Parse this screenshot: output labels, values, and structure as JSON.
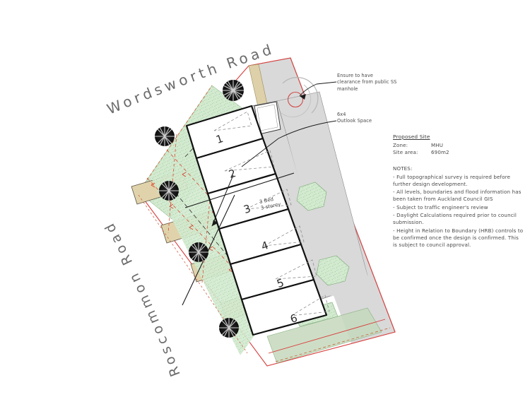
{
  "drawing": {
    "type": "architectural-site-plan",
    "streets": [
      {
        "name": "wordsworth-road",
        "label": "Wordsworth Road"
      },
      {
        "name": "roscommon-road",
        "label": "Roscommon Road"
      }
    ],
    "units": [
      {
        "number": "1"
      },
      {
        "number": "2"
      },
      {
        "number": "3"
      },
      {
        "number": "4"
      },
      {
        "number": "5"
      },
      {
        "number": "6"
      }
    ],
    "unit_type": {
      "line1": "3 Bed",
      "line2": "3-storey"
    },
    "callouts": [
      {
        "name": "manhole-clearance",
        "line1": "Ensure to have",
        "line2": "clearance from public SS",
        "line3": "manhole"
      },
      {
        "name": "outlook-space",
        "line1": "6x4",
        "line2": "Outlook Space"
      }
    ]
  },
  "info": {
    "title": "Proposed Site",
    "rows": [
      {
        "key": "Zone:",
        "value": "MHU"
      },
      {
        "key": "Site area:",
        "value": "690m2"
      }
    ],
    "notes_heading": "NOTES:",
    "notes": [
      "- Full topographical survey is required before further design development.",
      "- All levels, boundaries and flood information has been taken from Auckland Council GIS",
      "- Subject to traffic engineer's review",
      "- Daylight Calculations required prior to council submission.",
      "- Height in Relation to Boundary (HRB) controls to be confirmed once the design is confirmed. This is subject to council approval."
    ]
  },
  "colors": {
    "boundary_red": "#d83b3b",
    "landscape_green": "#cfe8c6",
    "driveway_tan": "#ded0a8",
    "paving_grey": "#d9d9d9",
    "building_white": "#ffffff",
    "tree_dark": "#1d1d1d",
    "line_black": "#111111",
    "text_grey": "#4a4a4a"
  }
}
